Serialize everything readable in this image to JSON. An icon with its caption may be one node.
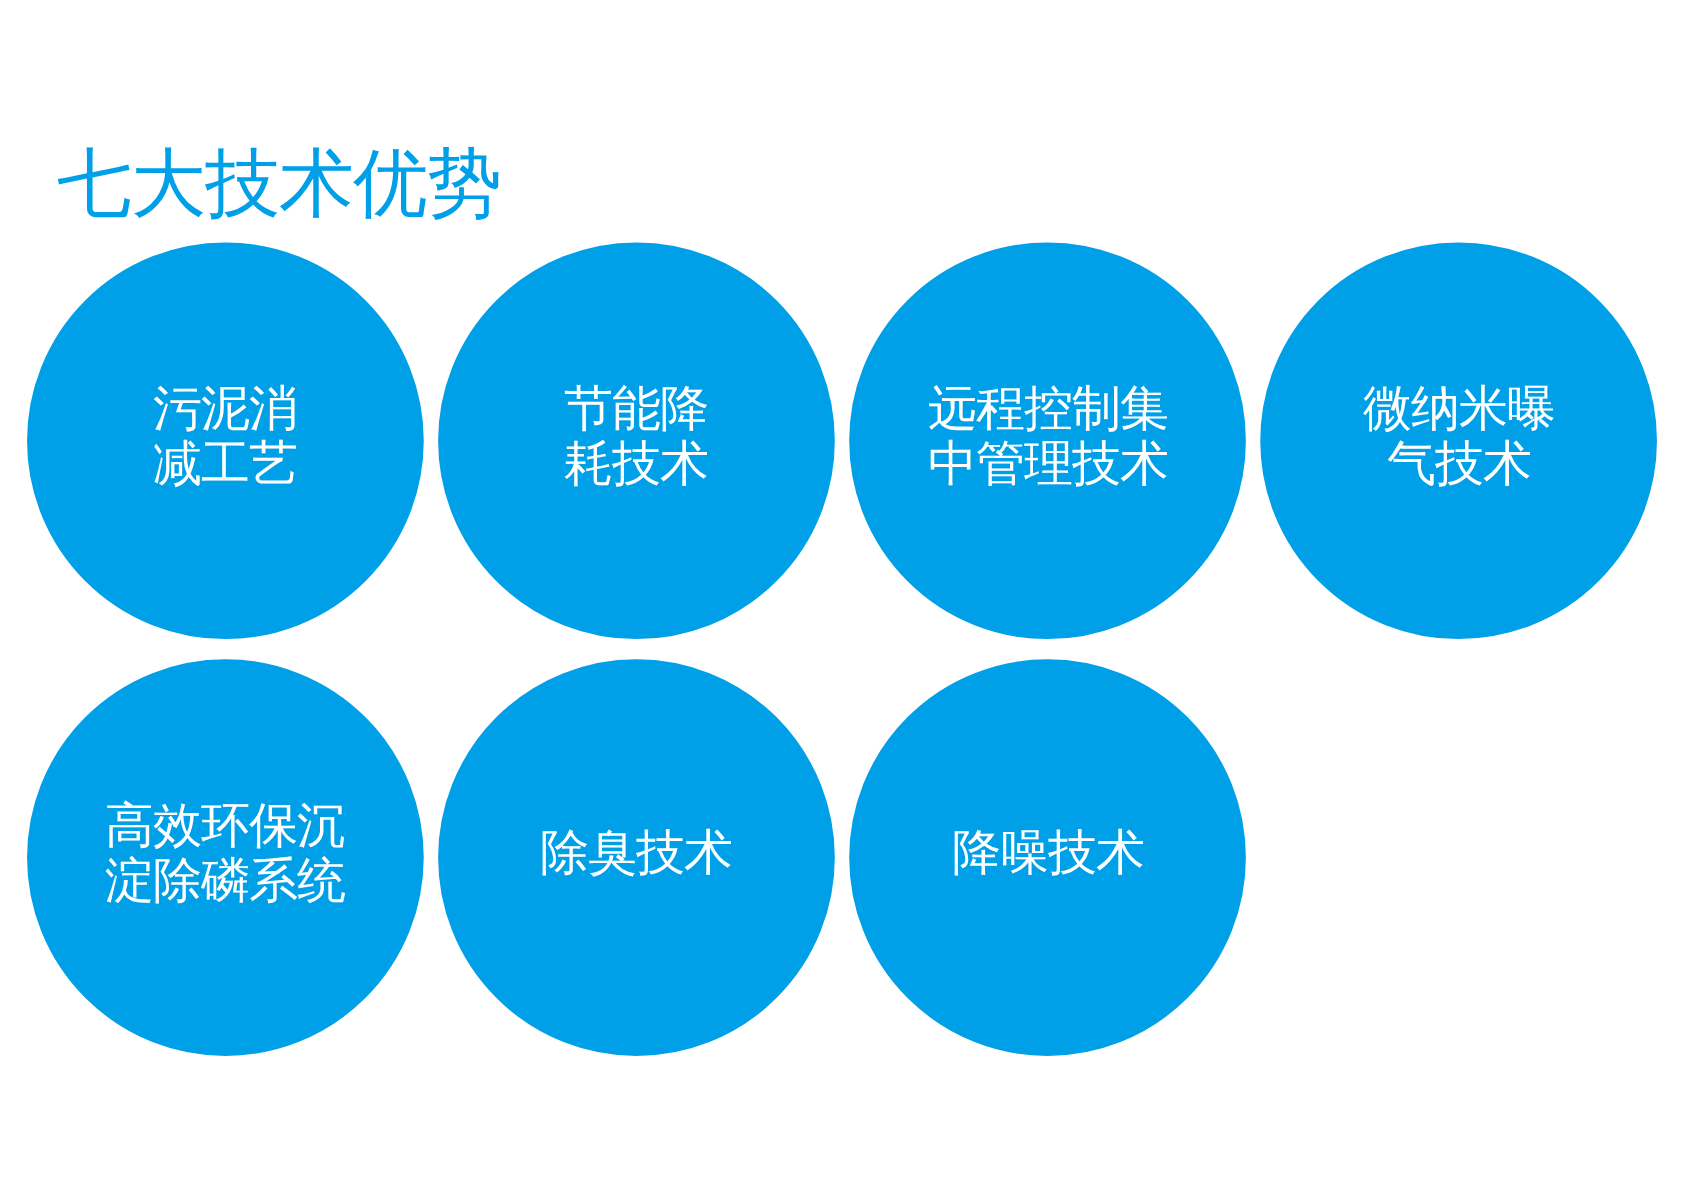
{
  "diagram": {
    "title": "七大技术优势",
    "nodes": [
      {
        "text": [
          "污泥消减工艺"
        ]
      },
      {
        "text": [
          "节能降耗技术"
        ]
      },
      {
        "text": [
          "远程控制集中管理技术"
        ]
      },
      {
        "text": [
          "微纳米曝气技术"
        ]
      },
      {
        "text": [
          "高效环保沉淀除磷系统"
        ]
      },
      {
        "text": [
          "除臭技术"
        ]
      },
      {
        "text": [
          "降噪技术"
        ]
      }
    ],
    "edges": []
  }
}
